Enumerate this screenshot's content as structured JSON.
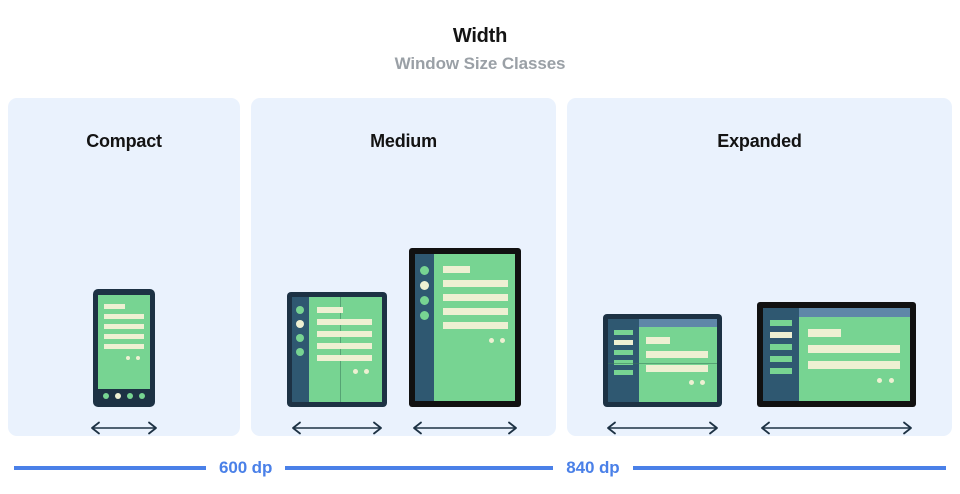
{
  "header": {
    "title": "Width",
    "subtitle": "Window Size Classes"
  },
  "panels": [
    {
      "id": "compact",
      "title": "Compact",
      "devices": [
        {
          "name": "phone-portrait",
          "frame": "navy",
          "width": 62,
          "height": 118
        }
      ]
    },
    {
      "id": "medium",
      "title": "Medium",
      "devices": [
        {
          "name": "foldable-portrait",
          "frame": "navy",
          "width": 100,
          "height": 115
        },
        {
          "name": "tablet-portrait",
          "frame": "black",
          "width": 112,
          "height": 159
        }
      ]
    },
    {
      "id": "expanded",
      "title": "Expanded",
      "devices": [
        {
          "name": "foldable-landscape",
          "frame": "navy",
          "width": 119,
          "height": 93
        },
        {
          "name": "tablet-landscape",
          "frame": "black",
          "width": 159,
          "height": 105
        }
      ]
    }
  ],
  "scale": {
    "breakpoints": [
      "600 dp",
      "840 dp"
    ]
  },
  "colors": {
    "panel_background": "#eaf2fd",
    "title_text": "#131313",
    "subtitle_text": "#9aa0a6",
    "device_frame_navy": "#1d3244",
    "device_frame_black": "#111111",
    "screen_green": "#77d492",
    "content_cream": "#eef0d2",
    "nav_rail": "#2f5871",
    "top_bar": "#5f87a8",
    "scale_blue": "#4a80e8"
  },
  "arrow": {
    "name": "double-headed-width-arrow",
    "color": "#1d3244"
  }
}
